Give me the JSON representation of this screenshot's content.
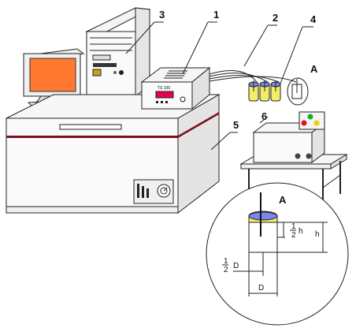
{
  "labels": {
    "l1": "1",
    "l2": "2",
    "l3": "3",
    "l4": "4",
    "l5": "5",
    "l6": "6",
    "detail_ref": "A",
    "detail_title": "A"
  },
  "instrument_display": "",
  "instrument_model": "TS 100",
  "drive_label": "",
  "dimensions": {
    "half_num": "1",
    "half_den": "2",
    "h": "h",
    "d": "D"
  },
  "colors": {
    "screen": "#ff7a30",
    "display": "#e8004a",
    "vial": "#f2ee6a",
    "vial_cap": "#7a88e8",
    "chamber_stripe": "#7a1020",
    "lamp_red": "#e01020",
    "lamp_green": "#10b030",
    "lamp_yellow": "#f0d000"
  }
}
